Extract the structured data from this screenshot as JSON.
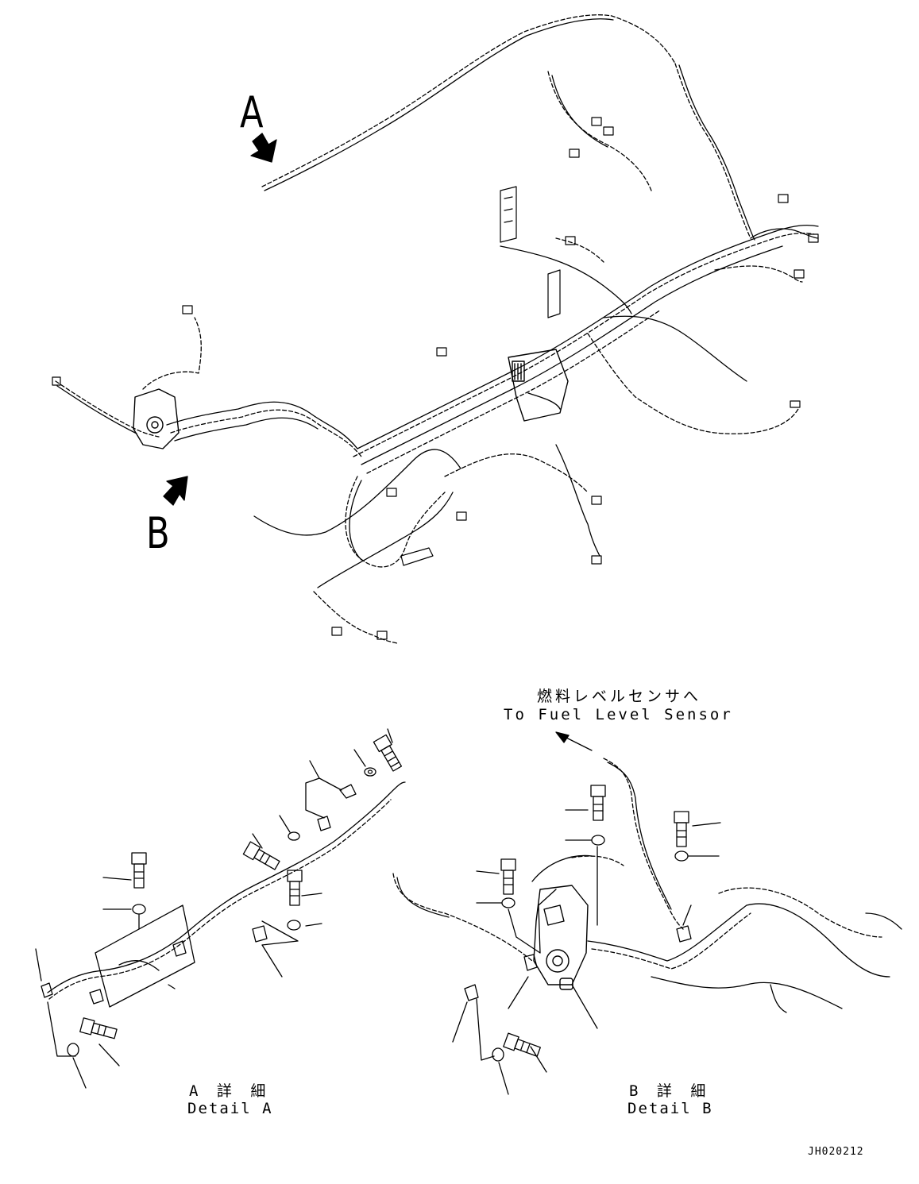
{
  "views": {
    "arrow_a_letter": "A",
    "arrow_b_letter": "B"
  },
  "callout": {
    "jp": "燃料レベルセンサへ",
    "en": "To Fuel Level Sensor"
  },
  "detail_a": {
    "jp": "A 詳 細",
    "en": "Detail A"
  },
  "detail_b": {
    "jp": "B 詳 細",
    "en": "Detail B"
  },
  "drawing_code": "JH020212",
  "colors": {
    "line": "#000000",
    "background": "#ffffff"
  }
}
